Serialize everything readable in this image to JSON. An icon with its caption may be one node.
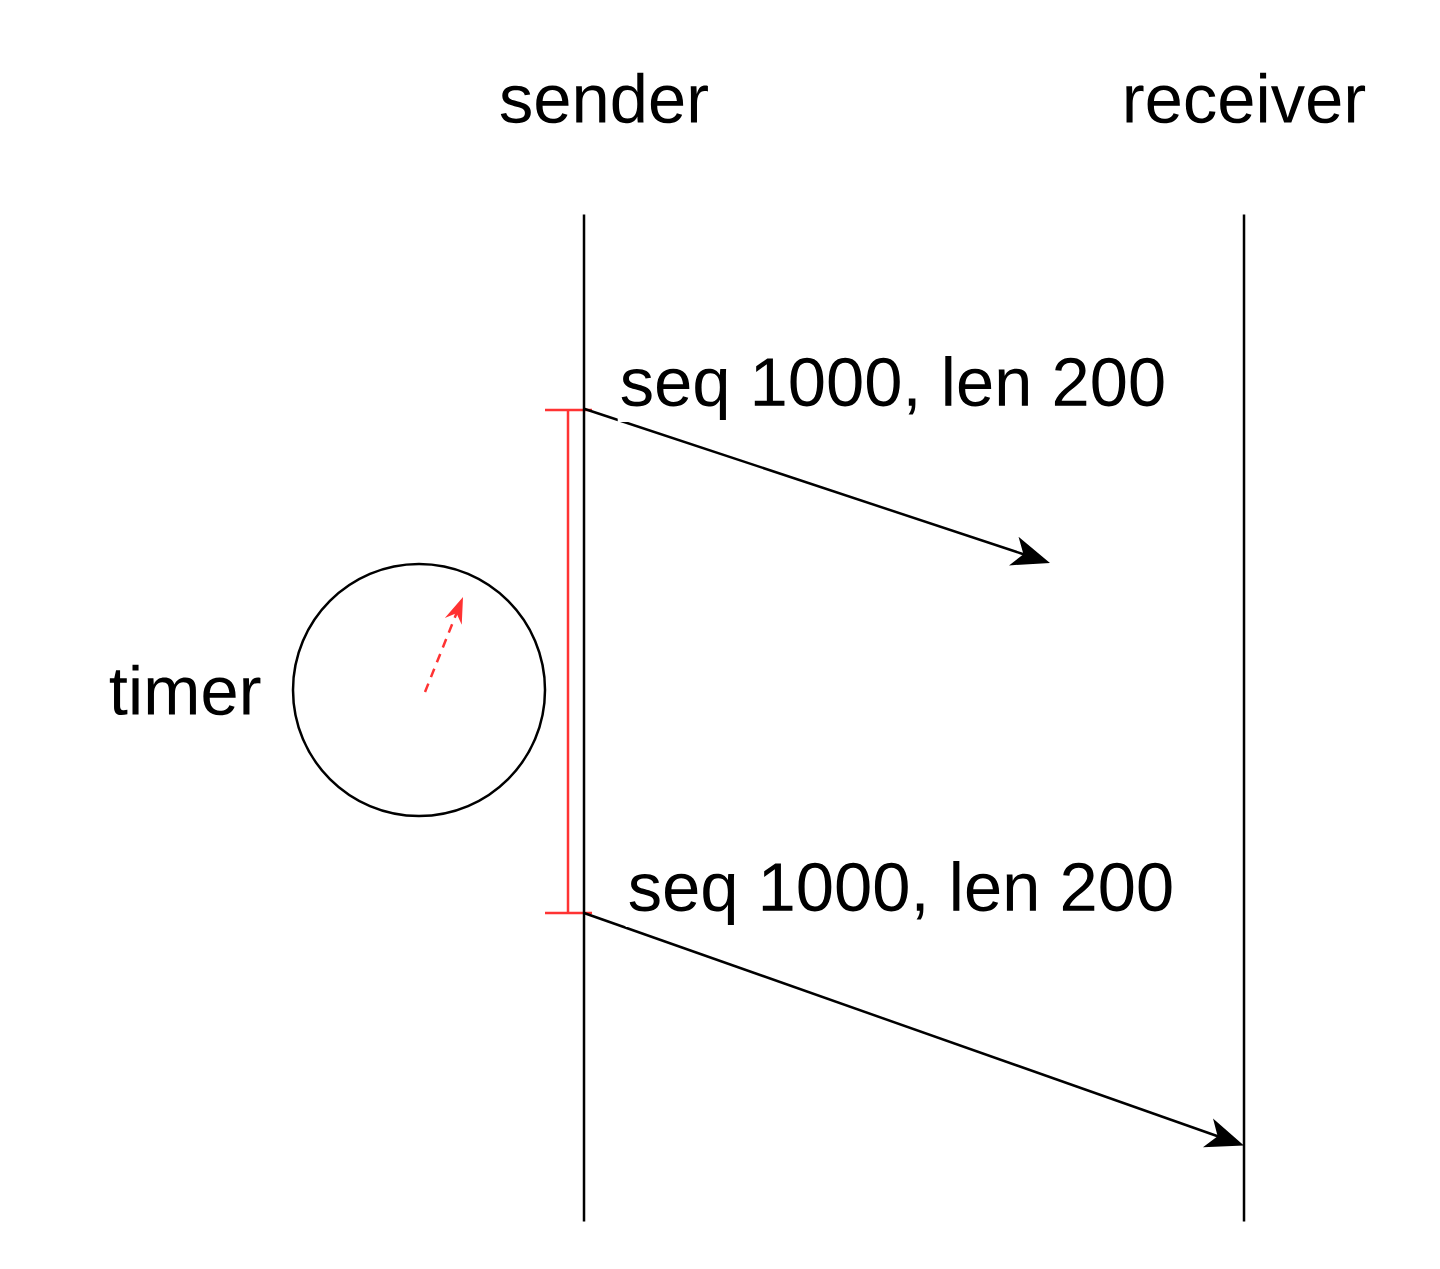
{
  "diagram": {
    "nodes": [
      {
        "text": [
          "sender"
        ]
      },
      {
        "text": [
          "receiver"
        ]
      },
      {
        "text": [],
        "shape": "bar"
      },
      {
        "text": [],
        "shape": "bar"
      },
      {
        "text": [],
        "shape": "circle",
        "beside": [
          "timer"
        ]
      }
    ],
    "edges": [
      {
        "from": 2,
        "to": null,
        "arrow": "to",
        "label": "seq 1000, len 200"
      },
      {
        "from": 2,
        "to": 3,
        "arrow": "to",
        "label": "seq 1000, len 200"
      }
    ]
  }
}
